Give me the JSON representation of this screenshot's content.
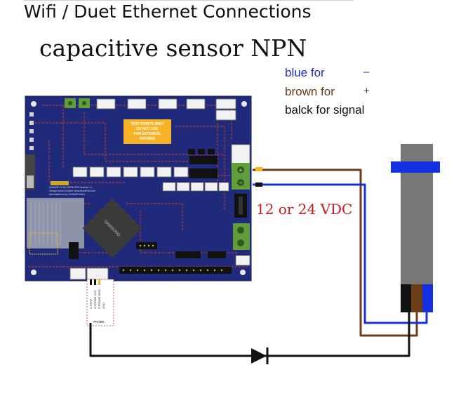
{
  "header": {
    "text": "Wifi / Duet Ethernet Connections"
  },
  "diagram": {
    "title": "capacitive sensor NPN",
    "legend": {
      "blue": "blue for",
      "blue_symbol": "–",
      "brown": "brown  for",
      "brown_symbol": "+",
      "black": "balck for  signal"
    },
    "voltage_label": "12 or 24 VDC",
    "board_text": {
      "test_points": [
        "TEST POINTS ONLY",
        "DO NOT USE",
        "FOR EXTERNAL",
        "DRIVERS"
      ],
      "info": [
        "DuetWifi V1.0b CERN-OSH License 1.1",
        "Design David Crocker, www.escher3d.com",
        "Manufactured by Think3dPrint3d"
      ],
      "chip": "SAMSUNG",
      "pins": [
        "Z STOP",
        "Z PROBE OUT",
        "Z PROBE MOD",
        "GND",
        "PROBE"
      ]
    },
    "colors": {
      "board": "#1f2a7a",
      "trace": "#c0392b",
      "wire_blue": "#1530e0",
      "wire_brown": "#6b3d14",
      "wire_black": "#111111",
      "terminal_green": "#5f9e3a",
      "sensor_body": "#777777",
      "sensor_ring": "#1530e0",
      "label_yellow": "#f6b326",
      "voltage_red": "#d01818"
    }
  }
}
